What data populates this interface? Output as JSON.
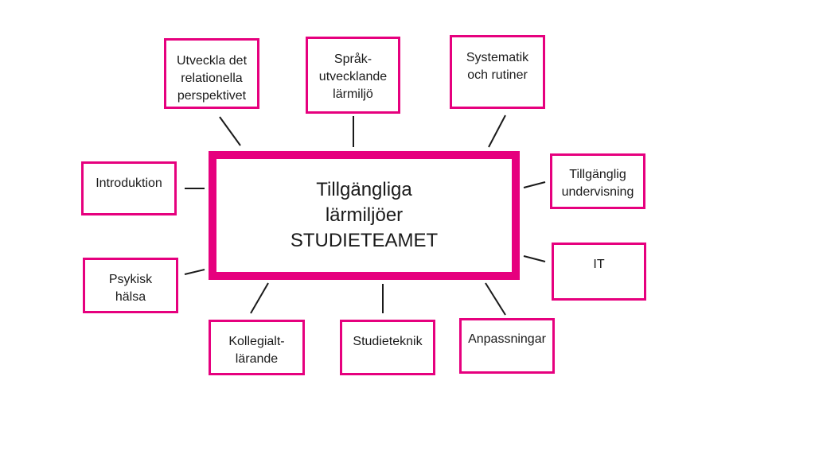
{
  "colors": {
    "accent": "#e6007e",
    "text": "#1a1a1a",
    "connector": "#1a1a1a"
  },
  "center": {
    "text": "Tillgängliga\nlärmiljöer\nSTUDIETEAMET"
  },
  "nodes": {
    "utveckla": "Utveckla det\nrelationella\nperspektivet",
    "sprak": "Språk-\nutvecklande\nlärmiljö",
    "systematik": "Systematik\noch rutiner",
    "introduktion": "Introduktion",
    "tillganglig": "Tillgänglig\nundervisning",
    "psykisk": "Psykisk\nhälsa",
    "it": "IT",
    "kollegialt": "Kollegialt-\nlärande",
    "studieteknik": "Studieteknik",
    "anpassningar": "Anpassningar"
  }
}
